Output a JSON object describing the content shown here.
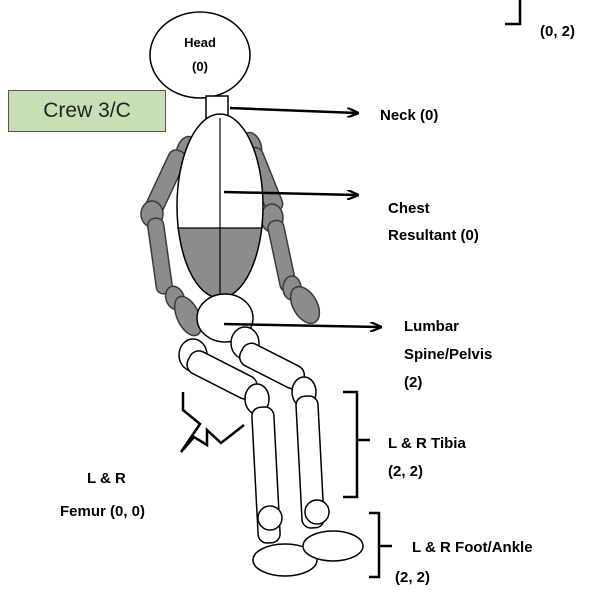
{
  "crew_label": "Crew 3/C",
  "head": {
    "line1": "Head",
    "line2": "(0)"
  },
  "labels": {
    "top_partial": "(0, 2)",
    "neck": "Neck  (0)",
    "chest": [
      "Chest",
      "Resultant (0)"
    ],
    "lumbar": [
      "Lumbar",
      "Spine/Pelvis",
      "(2)"
    ],
    "tibia": [
      "L & R Tibia",
      "(2, 2)"
    ],
    "femur": [
      "L & R",
      "Femur  (0, 0)"
    ],
    "foot_ankle": [
      "L & R Foot/Ankle",
      "(2, 2)"
    ]
  },
  "colors": {
    "limb_fill": "#8c8c8c",
    "limb_stroke": "#3a3a3a",
    "body_fill": "#ffffff",
    "crew_box_fill": "#c6dfb4"
  }
}
